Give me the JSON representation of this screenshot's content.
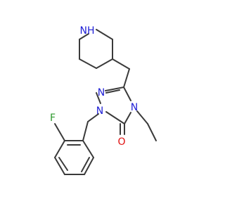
{
  "colors": {
    "bond": "#3a3a3a",
    "nitrogen": "#1f1fd6",
    "oxygen": "#e01010",
    "fluorine": "#2e9a2e",
    "background": "#ffffff"
  },
  "atoms": {
    "nh": {
      "text": "NH",
      "element": "nitrogen"
    },
    "n_ring_top": {
      "text": "N",
      "element": "nitrogen"
    },
    "n1": {
      "text": "N",
      "element": "nitrogen"
    },
    "n4": {
      "text": "N",
      "element": "nitrogen"
    },
    "o": {
      "text": "O",
      "element": "oxygen"
    },
    "f": {
      "text": "F",
      "element": "fluorine"
    }
  }
}
